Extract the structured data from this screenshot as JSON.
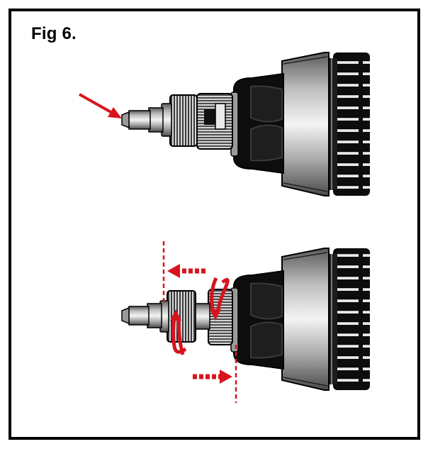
{
  "figure": {
    "title": "Fig 6."
  },
  "colors": {
    "frame": "#000000",
    "arrow_red": "#d7141e",
    "body_black": "#0d0d0d",
    "metal_light": "#e6e6e6",
    "metal_dark": "#6e6e6e",
    "collet_grey": "#cfcfcf"
  },
  "illustrations": [
    {
      "name": "top-view",
      "description_state": "press-shaft-lock"
    },
    {
      "name": "bottom-view",
      "description_state": "loosen-collet-nut"
    }
  ]
}
